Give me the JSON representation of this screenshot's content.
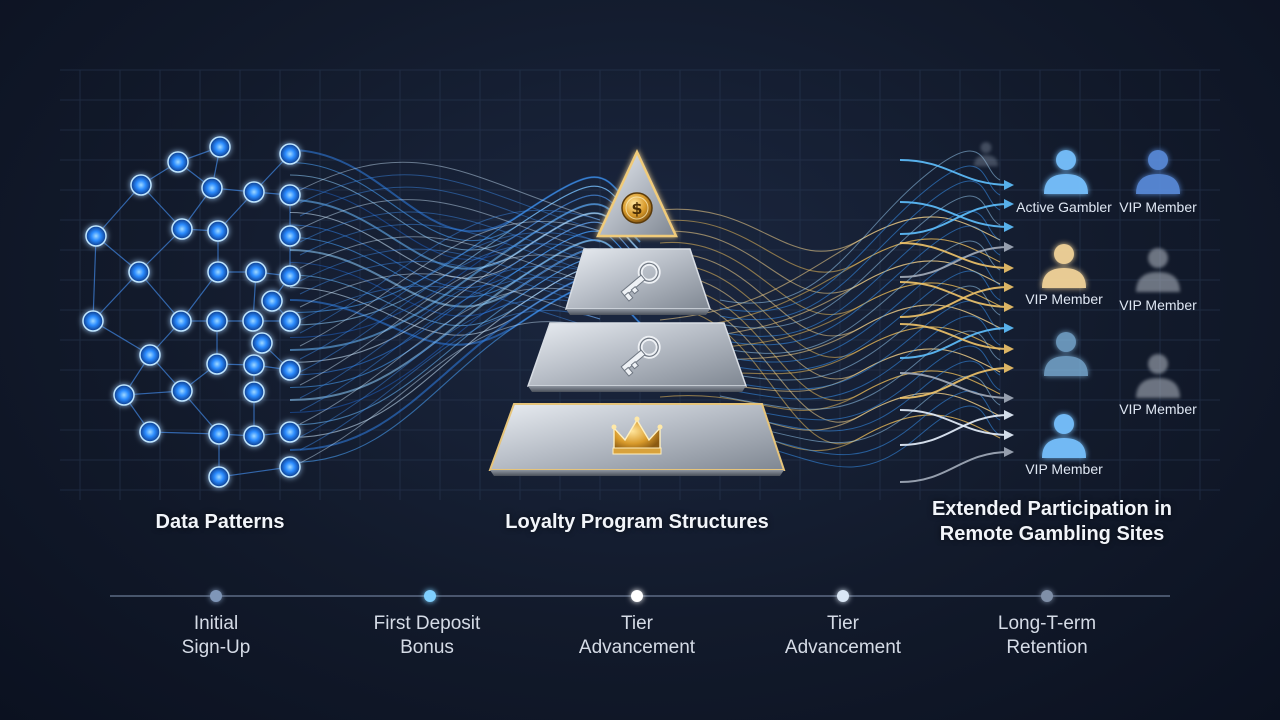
{
  "sections": {
    "left": "Data Patterns",
    "center": "Loyalty Program Structures",
    "right_line1": "Extended Participation in",
    "right_line2": "Remote Gambling Sites"
  },
  "people": [
    {
      "label": "",
      "variant": "faded"
    },
    {
      "label": "Active Gambler",
      "variant": "blue"
    },
    {
      "label": "VIP Member",
      "variant": "blue-dark"
    },
    {
      "label": "VIP Member",
      "variant": "gold"
    },
    {
      "label": "VIP Member",
      "variant": "grey"
    },
    {
      "label": "",
      "variant": "blue-soft"
    },
    {
      "label": "VIP Member",
      "variant": "grey"
    },
    {
      "label": "VIP Member",
      "variant": "blue"
    }
  ],
  "timeline": [
    {
      "line1": "Initial",
      "line2": "Sign-Up"
    },
    {
      "line1": "First Deposit",
      "line2": "Bonus"
    },
    {
      "line1": "Tier",
      "line2": "Advancement"
    },
    {
      "line1": "Tier",
      "line2": "Advancement"
    },
    {
      "line1": "Long-T-erm",
      "line2": "Retention"
    }
  ],
  "pyramid_icons": [
    "dollar-coin-icon",
    "key-icon",
    "key-icon",
    "crown-icon"
  ],
  "colors": {
    "blue": "#3aa3ff",
    "gold": "#e8b95a",
    "silver": "#c9ced6",
    "background": "#121a2b"
  }
}
